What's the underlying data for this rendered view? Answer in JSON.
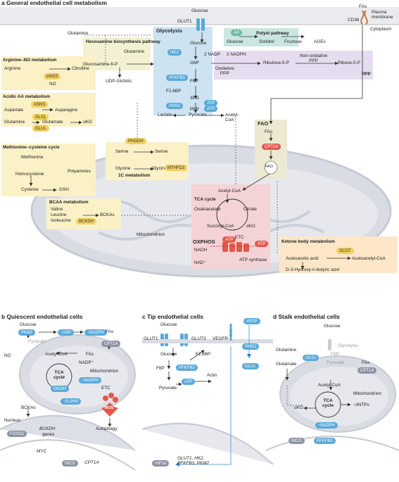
{
  "panel_a": {
    "heading": "a",
    "title": "General endothelial cell metabolism",
    "membrane": [
      "Plasma",
      "membrane"
    ],
    "cytoplasm": "Cytoplasm",
    "mitochondrion": "Mitochondrion",
    "labels": {
      "glucose_top": "Glucose",
      "glut1": "GLUT1",
      "fas_top": "FAs",
      "cd36": "CD36",
      "glutamine_top": "Glutamine",
      "hex_title": "Hexosamine biosynthesis pathway",
      "hex_glutamine": "Glutamine",
      "glucosamine": "Glucosamine-6-P",
      "udp": "UDP-GlcNAc",
      "glycolysis": "Glycolysis",
      "glucose_mid": "Glucose",
      "g6p": "G6P",
      "f6p": "F6P",
      "f268p": "F2,6BP",
      "threepg": "3PG",
      "pep": "PEP",
      "lactate": "Lactate",
      "pyruvate": "Pyruvate",
      "acetylcoa_top": "Acetyl-",
      "acetylcoa_top2": "CoA",
      "polyol_title": "Polyol pathway",
      "glucose_polyol": "Glucose",
      "sorbitol": "Sorbitol",
      "fructose": "Fructose",
      "ages": "AGEs",
      "nadp2": "2 NADP",
      "nadph2": "2 NADPH",
      "ribulose": "Ribulose-5-P",
      "ribose": "Ribose-5-P",
      "oxppp": "Oxidative",
      "oxppp2": "PPP",
      "nonox": "Non-oxidative",
      "nonox2": "PPP",
      "ppp": "PPP",
      "argno_title": "Arginine–NO metabolism",
      "arginine": "Arginine",
      "citrulline": "Citrulline",
      "no": "NO",
      "aa_title": "Acidic AA metabolism",
      "aspartate": "Aspartate",
      "asparagine": "Asparagine",
      "glutamine_aa": "Glutamine",
      "glutamate": "Glutamate",
      "akg_aa": "αKG",
      "met_title": "Methionine–cysteine cycle",
      "methionine": "Methionine",
      "homocysteine": "Homocysteine",
      "polyamines": "Polyamines",
      "cysteine": "Cysteine",
      "gsh": "GSH",
      "serine1": "Serine",
      "serine2": "Serine",
      "glycine1": "Glycine",
      "glycine2": "Glycine",
      "onec": "1C metabolism",
      "bcaa_title": "BCAA metabolism",
      "valine": "Valine",
      "leucine": "Leucine",
      "isoleucine": "Isoleucine",
      "bckas": "BCKAs",
      "fao": "FAO",
      "fas_fao": "FAs",
      "fao_circle": "FAO",
      "acetylcoa_mito": "Acetyl-CoA",
      "tca": "TCA cycle",
      "oxaloacetate": "Oxaloacetate",
      "citrate": "Citrate",
      "succinyl": "Succinyl-CoA",
      "akg_mito": "αKG",
      "oxphos": "OXPHOS",
      "nadh": "NADH",
      "nad": "NAD⁺",
      "etc": "ETC",
      "atp_synthase": "ATP synthase",
      "ketone_title": "Ketone body metabolism",
      "acetoacetic": "Acetoacetic acid",
      "acetoacetyl": "Acetoacetyl-CoA",
      "hydroxy": "D-3-Hydroxy-n-butyric acid"
    },
    "enzymes": {
      "ar": "AR",
      "hk2": "HK2",
      "pfkfb3": "PFKFB3",
      "atp1": "ATP",
      "pkm2": "PKM2",
      "atp2": "ATP",
      "enos": "eNOS",
      "asns": "ASNS",
      "gls1": "GLS1",
      "glul": "GLUL",
      "phgdh": "PHGDH",
      "mthfd2": "MTHFD2",
      "bckdh": "BCKDH",
      "cpt1a": "CPT1A",
      "atp_tca": "ATP",
      "atp_ox": "ATP",
      "scot": "SCOT"
    }
  },
  "panel_b": {
    "heading": "b",
    "title": "Quiescent endothelial cells",
    "glucose": "Glucose",
    "pkm2": "PKM2",
    "g6p": "↑G6P",
    "nadph_top": "↑NADPH",
    "pyruvate": "Pyruvate",
    "fas": "FAs",
    "cpt1a": "CPT1A",
    "no": "NO",
    "acetylcoa": "Acetyl-CoA",
    "fas2": "FAs",
    "nadp": "NADP⁺",
    "tca": "TCA",
    "tca2": "cycle",
    "mito": "Mitochondrion",
    "nadph_mito": "↑NADPH",
    "ogdh": "OGDH",
    "etc": "ETC",
    "s2hg": "↑S-2HG",
    "bckas": "BCKAs",
    "ros": "ROS",
    "autophagy": "Autophagy",
    "nucleus": "Nucleus",
    "foxo1": "FOXO1",
    "bckdh": "BCKDH",
    "genes": "genes",
    "myc": "MYC",
    "nicd": "NICD",
    "cpt1a_gene": "CPT1A"
  },
  "panel_c": {
    "heading": "c",
    "title": "Tip endothelial cells",
    "glucose": "Glucose",
    "glut1": "GLUT1",
    "glut3": "GLUT3",
    "vegfr": "VEGFR",
    "vegf": "VEGF",
    "glucose2": "Glucose",
    "f268p": "F2,6BP",
    "f6p": "F6P",
    "pfkfb3": "PFKFB3",
    "pyruvate": "Pyruvate",
    "atp": "ATP",
    "actin": "Actin",
    "rhoj": "RHOJ",
    "glul": "GLUL",
    "hif": "HIF1α",
    "targets": "GLUT1, HK2,",
    "targets2": "PFKFB3, PKM2"
  },
  "panel_d": {
    "heading": "d",
    "title": "Stalk endothelial cells",
    "glucose": "Glucose",
    "glycolysis": "Glycolysis",
    "f6p": "F6P",
    "pyruvate": "Pyruvate",
    "glutamine": "Glutamine",
    "gls1": "GLS1",
    "glutamate": "Glutamate",
    "fas": "FAs",
    "cpt1a": "CPT1A",
    "acetylcoa": "Acetyl-CoA",
    "mito": "Mitochondrion",
    "tca": "TCA",
    "tca2": "cycle",
    "akg": "αKG",
    "dntps": "↑dNTPs",
    "nadph": "↑NADPH",
    "nicd": "NICD",
    "pfkfb3": "PFKFB3"
  },
  "colors": {
    "membrane": "#c4c8d1",
    "mito": "#d7dae2",
    "glycolysis": "#cde3f2",
    "ppp": "#e6dcef",
    "yellow": "#fbf1c7",
    "pink": "#f4d3d6",
    "orange": "#fde7c8",
    "polyol": "#c9e6e1"
  }
}
